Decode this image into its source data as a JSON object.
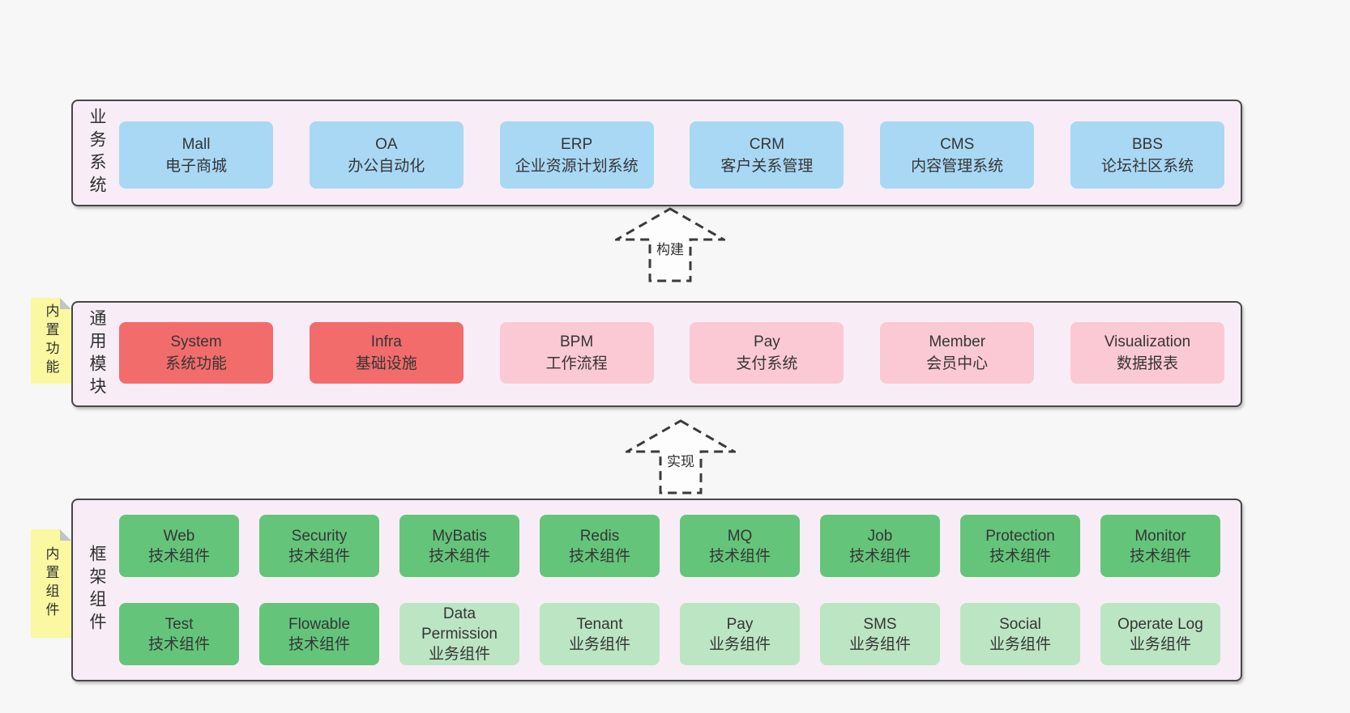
{
  "palette": {
    "page_bg": "#F7F7F7",
    "band_bg": "#F8EDF6",
    "band_border": "#474747",
    "blue_box": "#A8D8F4",
    "red_box": "#F26C6C",
    "pink_box": "#FBC9D3",
    "green_box": "#64C57A",
    "light_green_box": "#BCE5C3",
    "sticky_yellow": "#FAF8A1",
    "sticky_fold_gray": "#C4C4C4",
    "text": "#3A3A3A"
  },
  "arrows": {
    "build": "构建",
    "implement": "实现"
  },
  "bands": {
    "business": {
      "label": "业务系统",
      "boxes": [
        {
          "name": "Mall",
          "subtitle": "电子商城"
        },
        {
          "name": "OA",
          "subtitle": "办公自动化"
        },
        {
          "name": "ERP",
          "subtitle": "企业资源计划系统"
        },
        {
          "name": "CRM",
          "subtitle": "客户关系管理"
        },
        {
          "name": "CMS",
          "subtitle": "内容管理系统"
        },
        {
          "name": "BBS",
          "subtitle": "论坛社区系统"
        }
      ]
    },
    "modules": {
      "label": "通用模块",
      "sticky": "内置功能",
      "boxes": [
        {
          "name": "System",
          "subtitle": "系统功能",
          "variant": "red"
        },
        {
          "name": "Infra",
          "subtitle": "基础设施",
          "variant": "red"
        },
        {
          "name": "BPM",
          "subtitle": "工作流程",
          "variant": "pink"
        },
        {
          "name": "Pay",
          "subtitle": "支付系统",
          "variant": "pink"
        },
        {
          "name": "Member",
          "subtitle": "会员中心",
          "variant": "pink"
        },
        {
          "name": "Visualization",
          "subtitle": "数据报表",
          "variant": "pink"
        }
      ]
    },
    "components": {
      "label": "框架组件",
      "sticky": "内置组件",
      "row1": [
        {
          "name": "Web",
          "subtitle": "技术组件",
          "variant": "green"
        },
        {
          "name": "Security",
          "subtitle": "技术组件",
          "variant": "green"
        },
        {
          "name": "MyBatis",
          "subtitle": "技术组件",
          "variant": "green"
        },
        {
          "name": "Redis",
          "subtitle": "技术组件",
          "variant": "green"
        },
        {
          "name": "MQ",
          "subtitle": "技术组件",
          "variant": "green"
        },
        {
          "name": "Job",
          "subtitle": "技术组件",
          "variant": "green"
        },
        {
          "name": "Protection",
          "subtitle": "技术组件",
          "variant": "green"
        },
        {
          "name": "Monitor",
          "subtitle": "技术组件",
          "variant": "green"
        }
      ],
      "row2": [
        {
          "name": "Test",
          "subtitle": "技术组件",
          "variant": "green"
        },
        {
          "name": "Flowable",
          "subtitle": "技术组件",
          "variant": "green"
        },
        {
          "name": "Data Permission",
          "subtitle": "业务组件",
          "variant": "lightgreen"
        },
        {
          "name": "Tenant",
          "subtitle": "业务组件",
          "variant": "lightgreen"
        },
        {
          "name": "Pay",
          "subtitle": "业务组件",
          "variant": "lightgreen"
        },
        {
          "name": "SMS",
          "subtitle": "业务组件",
          "variant": "lightgreen"
        },
        {
          "name": "Social",
          "subtitle": "业务组件",
          "variant": "lightgreen"
        },
        {
          "name": "Operate Log",
          "subtitle": "业务组件",
          "variant": "lightgreen"
        }
      ]
    }
  }
}
